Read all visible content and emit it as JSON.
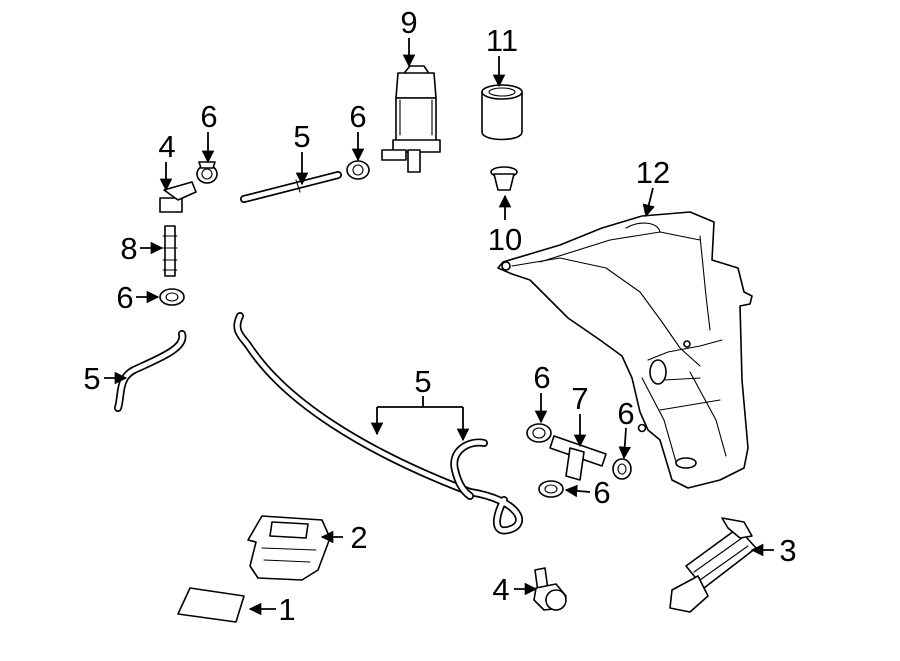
{
  "callouts": {
    "c1": "1",
    "c2": "2",
    "c3": "3",
    "c4a": "4",
    "c4b": "4",
    "c5a": "5",
    "c5b": "5",
    "c5c": "5",
    "c6a": "6",
    "c6b": "6",
    "c6c": "6",
    "c6d": "6",
    "c6e": "6",
    "c6f": "6",
    "c7": "7",
    "c8": "8",
    "c9": "9",
    "c10": "10",
    "c11": "11",
    "c12": "12"
  }
}
